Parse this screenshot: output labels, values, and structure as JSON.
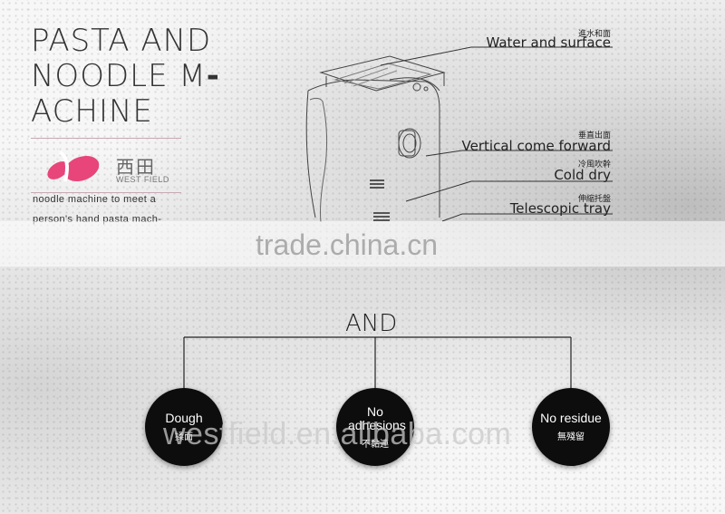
{
  "title": {
    "line1": "PASTA AND",
    "line2": "NOODLE M",
    "line2_dash": "-",
    "line3": "ACHINE"
  },
  "logo": {
    "cn": "西田",
    "en": "WEST FIELD",
    "mark_color": "#e8457a"
  },
  "description": {
    "line1": "noodle machine to meet a",
    "line2": "person's hand pasta mach-"
  },
  "annotations": [
    {
      "cn": "進水和面",
      "en": "Water and surface"
    },
    {
      "cn": "垂直出面",
      "en": "Vertical come forward"
    },
    {
      "cn": "冷風吹幹",
      "en": "Cold dry"
    },
    {
      "cn": "伸縮托盤",
      "en": "Telescopic tray"
    }
  ],
  "watermarks": {
    "top": "trade.china.cn",
    "bottom": "westfield.en.alibaba.com"
  },
  "tree": {
    "root": "AND",
    "nodes": [
      {
        "en": "Dough",
        "cn": "揉面"
      },
      {
        "en": "No adhesions",
        "cn": "不黏連"
      },
      {
        "en": "No residue",
        "cn": "無殘留"
      }
    ]
  }
}
